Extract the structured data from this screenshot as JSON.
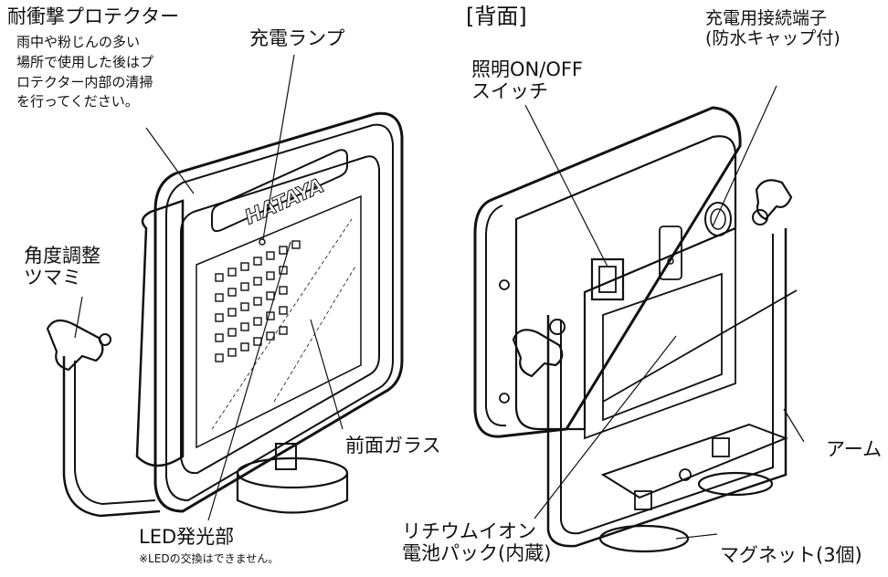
{
  "labels": {
    "protector_title": "耐衝撃プロテクター",
    "protector_note": [
      "雨中や粉じんの多い",
      "場所で使用した後はプ",
      "ロテクター内部の清掃",
      "を行ってください。"
    ],
    "charge_lamp": "充電ランプ",
    "back_title": "[背面]",
    "charge_port": [
      "充電用接続端子",
      "(防水キャップ付)"
    ],
    "light_switch": [
      "照明ON/OFF",
      "スイッチ"
    ],
    "angle_knob": [
      "角度調整",
      "ツマミ"
    ],
    "front_glass": "前面ガラス",
    "arm": "アーム",
    "led": "LED発光部",
    "led_note": "※LEDの交換はできません。",
    "battery": [
      "リチウムイオン",
      "電池パック(内蔵)"
    ],
    "magnet": "マグネット(3個)"
  },
  "brand": "HATAYA"
}
